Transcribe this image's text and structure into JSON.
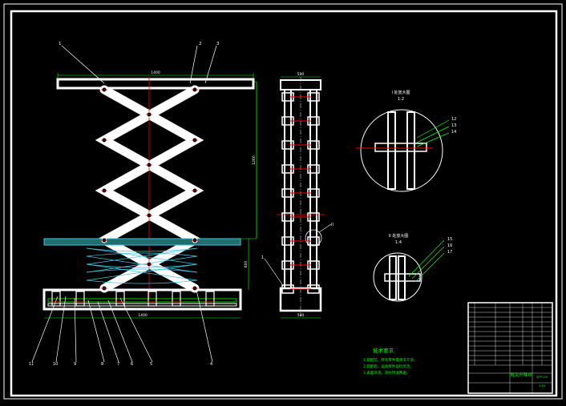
{
  "drawing": {
    "colors": {
      "background": "#000000",
      "frame": "#ffffff",
      "parts": "#ffffff",
      "leader": "#00ff00",
      "centerline": "#ff0000",
      "dimension": "#00ff00",
      "platform_fill": "#2a8a8a",
      "spring": "#3ec6e0"
    },
    "front_view": {
      "top_dim": "1400",
      "side_dim": "1260",
      "lower_dim": "600",
      "bottom_dim": "1400",
      "callouts_top": [
        "1",
        "2",
        "3"
      ],
      "callouts_bottom": [
        "11",
        "10",
        "9",
        "8",
        "7",
        "6",
        "5",
        "4"
      ]
    },
    "side_view": {
      "top_dim": "500",
      "bottom_dim": "500",
      "callouts": [
        "1",
        "II"
      ]
    },
    "detail_1": {
      "title": "I 处放大图",
      "scale": "1:2",
      "callouts": [
        "12",
        "13",
        "14"
      ]
    },
    "detail_2": {
      "title": "II 处放大图",
      "scale": "1:4",
      "callouts": [
        "15",
        "16",
        "17"
      ]
    },
    "tech_req": {
      "title": "技术要求",
      "lines": [
        "1.装配前，所有零件需清洗干净。",
        "2.装配后，运动部件运行灵活。",
        "3.表面涂漆，涂防锈漆两遍。"
      ]
    },
    "title_block": {
      "name": "剪叉升降台",
      "drawing_no": "SJPT-00",
      "scale": "1:10"
    }
  }
}
